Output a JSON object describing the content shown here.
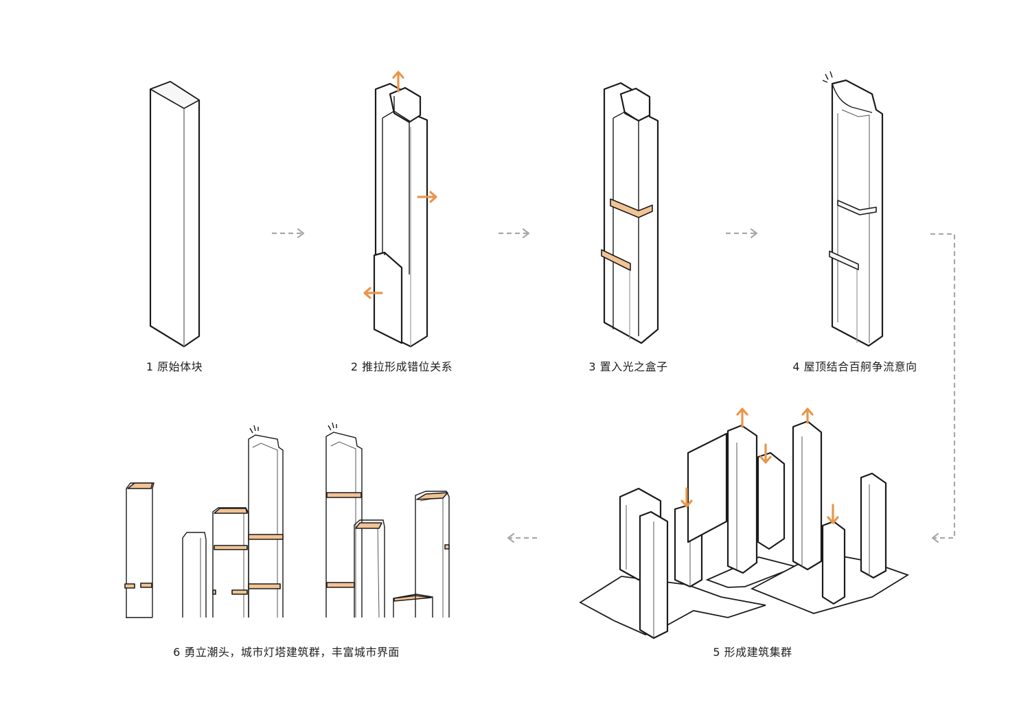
{
  "steps": [
    {
      "label": "1 原始体块"
    },
    {
      "label": "2 推拉形成错位关系"
    },
    {
      "label": "3 置入光之盒子"
    },
    {
      "label": "4 屋顶结合百舸争流意向"
    },
    {
      "label": "5 形成建筑集群"
    },
    {
      "label": "6 勇立潮头，城市灯塔建筑群，丰富城市界面"
    }
  ],
  "colors": {
    "accent_arrow": "#e9954a",
    "light_box": "#f2c394",
    "flow_arrow": "#a8a8a8",
    "outline": "#1b1b1b"
  }
}
